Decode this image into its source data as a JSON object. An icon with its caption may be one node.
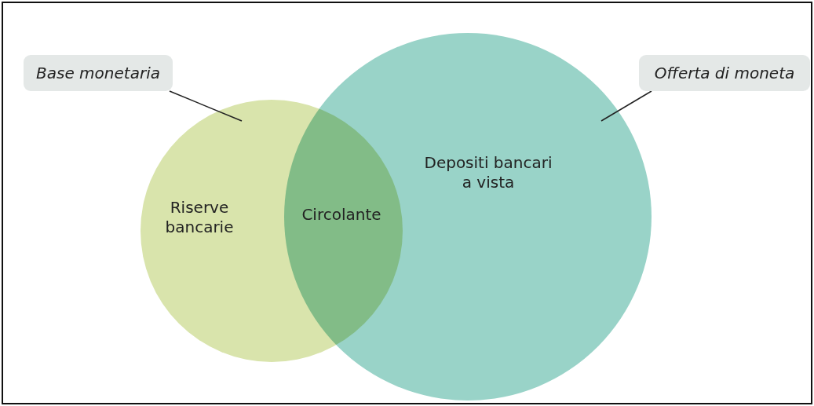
{
  "diagram": {
    "nodes": [
      {
        "text": [
          "Base monetaria"
        ]
      },
      {
        "text": [
          "Offerta di moneta"
        ]
      },
      {
        "text": [
          "Riserve bancarie"
        ]
      },
      {
        "text": [
          "Depositi bancari a vista"
        ]
      }
    ],
    "edges": [
      {
        "from": 0,
        "to": 2,
        "arrow": "none"
      },
      {
        "from": 1,
        "to": 3,
        "arrow": "none"
      }
    ],
    "labels": [
      "Circolante"
    ]
  }
}
